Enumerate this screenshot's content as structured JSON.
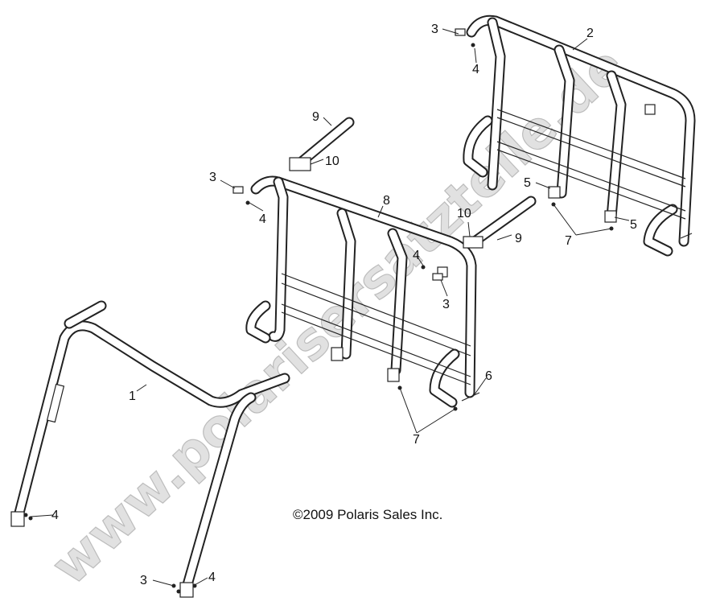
{
  "copyright": "©2009 Polaris Sales Inc.",
  "watermark": "www.polarisersatzteile.de",
  "callouts": [
    "1",
    "2",
    "3",
    "4",
    "5",
    "6",
    "7",
    "8",
    "9",
    "10"
  ],
  "colors": {
    "line": "#222222",
    "background": "#ffffff",
    "watermark": "#c8c8c8"
  }
}
